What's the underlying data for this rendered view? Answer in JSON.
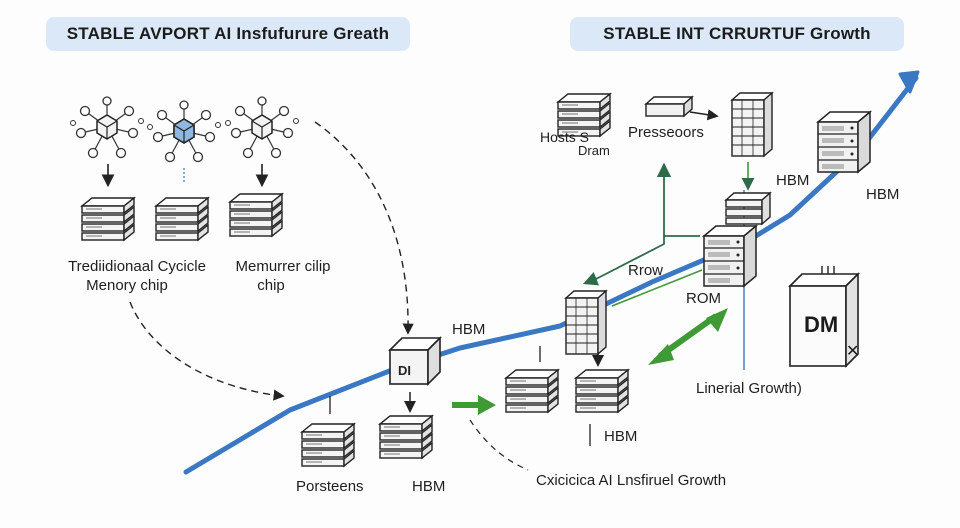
{
  "headers": {
    "left": "STABLE AVPORT AI Insfufurure Greath",
    "right": "STABLE INT CRRURTUF Growth"
  },
  "labels": {
    "traditional_cycle": "Trediidionaal Cycicle",
    "memory_chip": "Menory chip",
    "memurrer_chip": "Memurrer cilip",
    "chip": "chip",
    "hbm_center": "HBM",
    "porsteens": "Porsteens",
    "hbm_bottom": "HBM",
    "hbm_mid_bottom": "HBM",
    "cyclic_growth": "Cxicicica AI Lnsfiruel Growth",
    "hosts_dram_a": "Hosts S",
    "hosts_dram_b": "Dram",
    "presseoors": "Presseoors",
    "rrow": "Rrow",
    "hbm_right_a": "HBM",
    "hbm_right_b": "HBM",
    "rom": "ROM",
    "linear_growth": "Linerial Growth)",
    "box_dm": "DM",
    "box_x": "✕",
    "chip_face": "DI"
  },
  "colors": {
    "trend_blue": "#3a78c4",
    "green_arrow": "#3f9a36",
    "dark_green": "#2f6b4a",
    "header_bg": "#dbe8f7",
    "node_blue": "#8fb8e0"
  },
  "icons": [
    "network-cluster-icon",
    "chip-stack-icon",
    "server-rack-icon",
    "arrow-icon"
  ]
}
